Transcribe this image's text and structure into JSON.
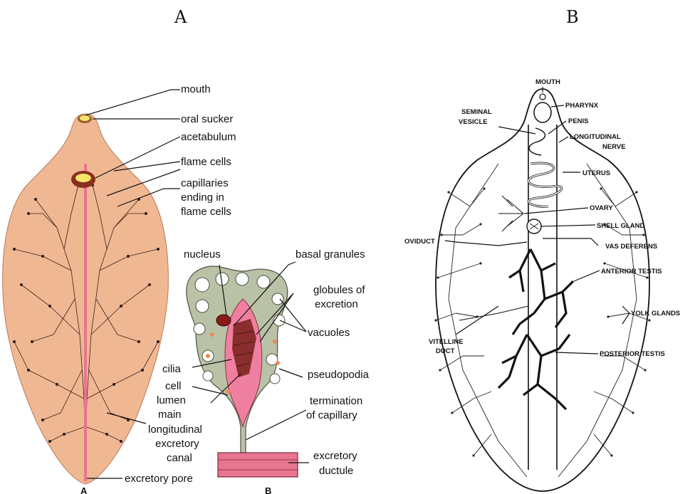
{
  "headers": {
    "left": "A",
    "right": "B"
  },
  "panel_a": {
    "labels": {
      "mouth": "mouth",
      "oral_sucker": "oral sucker",
      "acetabulum": "acetabulum",
      "flame_cells": "flame cells",
      "capillaries_1": "capillaries",
      "capillaries_2": "ending in",
      "capillaries_3": "flame cells",
      "nucleus": "nucleus",
      "basal_granules": "basal granules",
      "globules_1": "globules of",
      "globules_2": "excretion",
      "vacuoles": "vacuoles",
      "pseudopodia": "pseudopodia",
      "cilia": "cilia",
      "cell": "cell",
      "lumen": "lumen",
      "main": "main",
      "longitudinal": "longitudinal",
      "excretory": "excretory",
      "canal": "canal",
      "termination_1": "termination",
      "termination_2": "of capillary",
      "ductule_1": "excretory",
      "ductule_2": "ductule",
      "excretory_pore": "excretory pore",
      "sub_a": "A",
      "sub_b": "B"
    },
    "colors": {
      "body": "#f0b793",
      "canal": "#e8758f",
      "flame_cell": "#b9c2a6",
      "lumen": "#ef7fa0",
      "cilia": "#8a2d2d"
    }
  },
  "panel_b": {
    "labels": {
      "mouth": "MOUTH",
      "pharynx": "PHARYNX",
      "seminal_1": "SEMINAL",
      "seminal_2": "VESICLE",
      "penis": "PENIS",
      "nerve_1": "LONGITUDINAL",
      "nerve_2": "NERVE",
      "uterus": "UTERUS",
      "ovary": "OVARY",
      "shell_gland": "SHELL GLAND",
      "oviduct": "OVIDUCT",
      "vas_deferens": "VAS DEFERENS",
      "anterior_testis": "ANTERIOR TESTIS",
      "yolk_glands": "YOLK GLANDS",
      "vitelline_1": "VITELLINE",
      "vitelline_2": "DUCT",
      "posterior_testis": "POSTERIOR TESTIS"
    }
  }
}
